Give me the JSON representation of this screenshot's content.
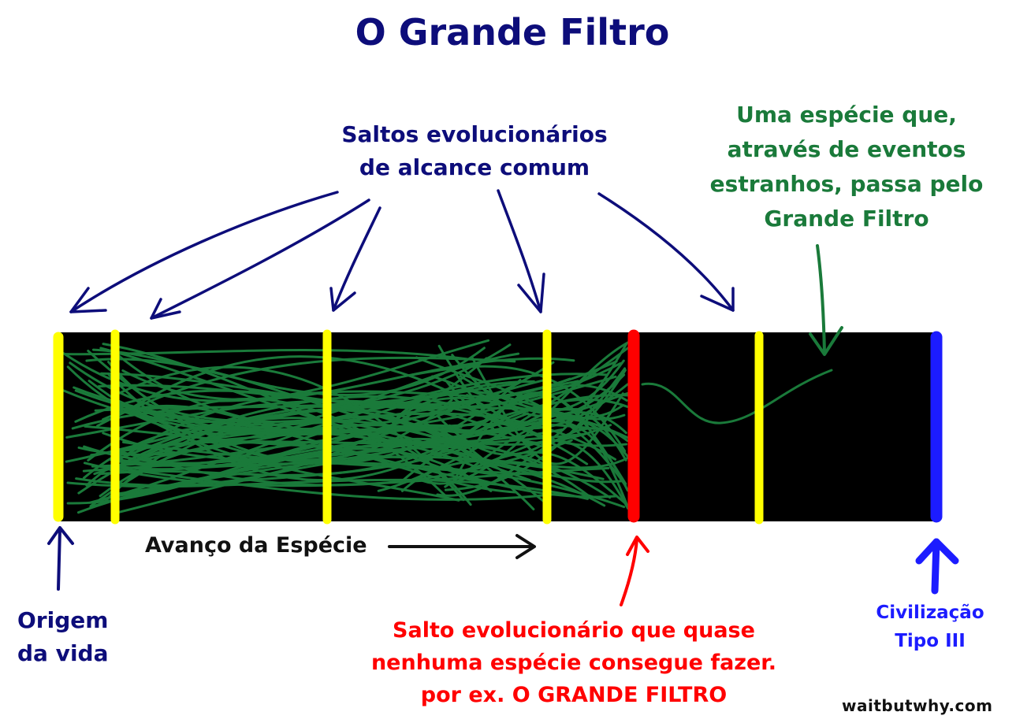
{
  "title": "O Grande Filtro",
  "labels": {
    "common_leaps": [
      "Saltos evolucionários",
      "de alcance comum"
    ],
    "rare_species": [
      "Uma espécie que,",
      "através de eventos",
      "estranhos, passa pelo",
      "Grande Filtro"
    ],
    "progress": "Avanço da Espécie",
    "origin": [
      "Origem",
      "da vida"
    ],
    "great_filter": [
      "Salto evolucionário que quase",
      "nenhuma espécie consegue fazer.",
      "por ex. O GRANDE FILTRO"
    ],
    "type3": [
      "Civilização",
      "Tipo III"
    ]
  },
  "watermark": "waitbutwhy.com",
  "colors": {
    "title": "#0d0d7a",
    "common_leaps": "#0d0d7a",
    "rare_species": "#1a7a3a",
    "great_filter": "#ff0000",
    "type3": "#1c1cff",
    "bar": "#000000",
    "leap_line": "#ffff00",
    "species_lines": "#1a7a3a"
  }
}
